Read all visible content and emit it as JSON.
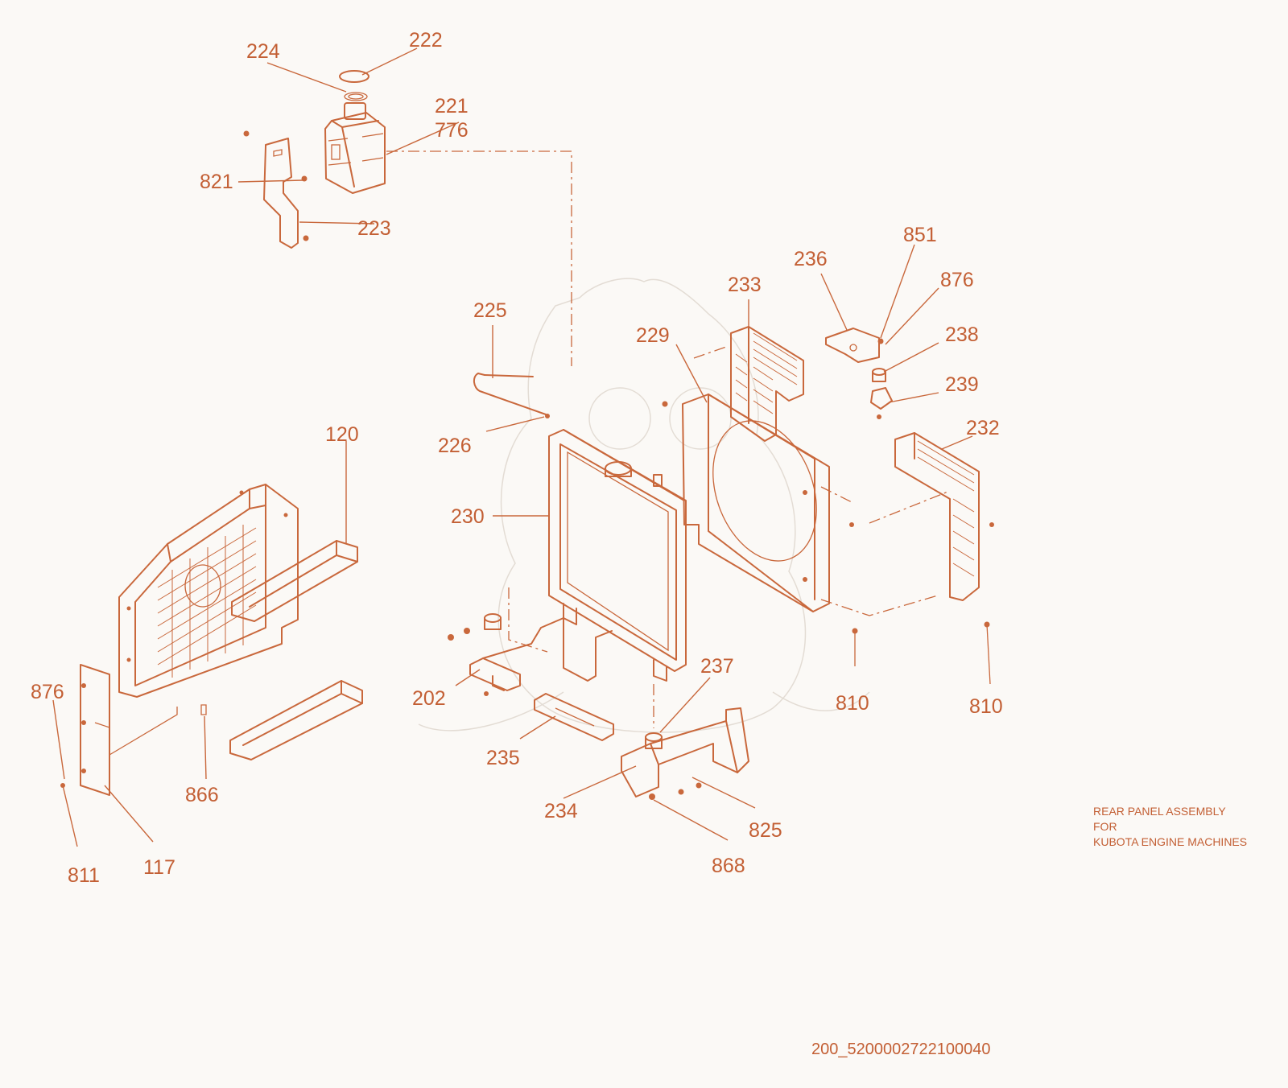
{
  "callouts": {
    "c222": "222",
    "c224": "224",
    "c221": "221",
    "c776": "776",
    "c821": "821",
    "c223": "223",
    "c225": "225",
    "c226": "226",
    "c229": "229",
    "c230": "230",
    "c233": "233",
    "c236": "236",
    "c851": "851",
    "c876a": "876",
    "c238": "238",
    "c239": "239",
    "c232": "232",
    "c120": "120",
    "c876b": "876",
    "c866": "866",
    "c811": "811",
    "c117": "117",
    "c202": "202",
    "c235": "235",
    "c234": "234",
    "c237": "237",
    "c825": "825",
    "c868": "868",
    "c810a": "810",
    "c810b": "810"
  },
  "note": {
    "line1": "REAR PANEL ASSEMBLY",
    "line2": "FOR",
    "line3": "KUBOTA ENGINE MACHINES"
  },
  "drawing_number": "200_5200002722100040",
  "colors": {
    "line": "#c9683c",
    "text": "#c35f34",
    "background": "#fbf9f6"
  }
}
